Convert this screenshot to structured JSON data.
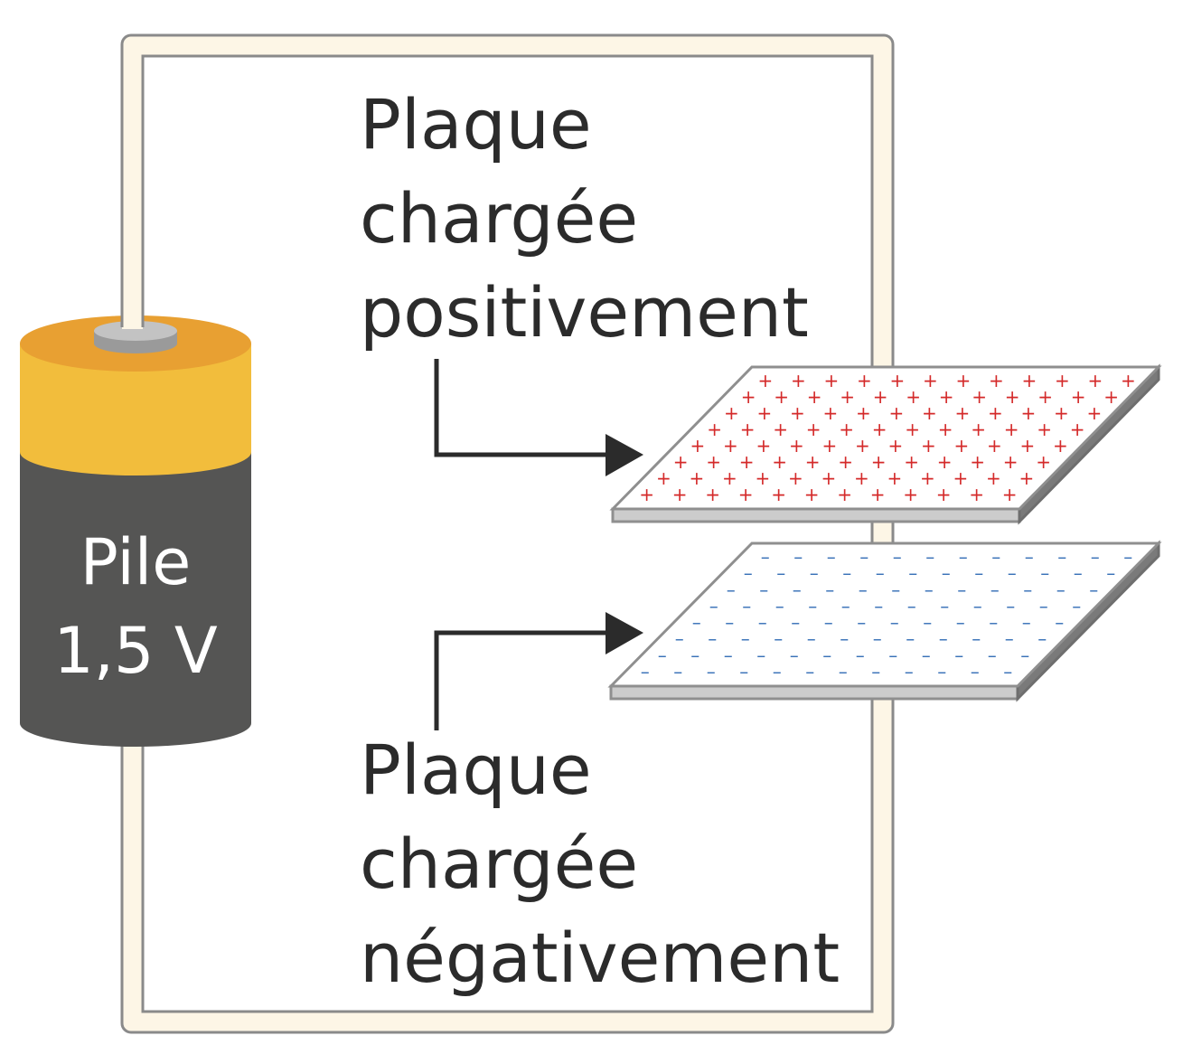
{
  "battery": {
    "name": "Pile",
    "voltage": "1,5 V"
  },
  "positive_plate": {
    "label_lines": [
      "Plaque",
      "chargée",
      "positivement"
    ],
    "charge_symbol": "+",
    "color": "#d42a2a"
  },
  "negative_plate": {
    "label_lines": [
      "Plaque",
      "chargée",
      "négativement"
    ],
    "charge_symbol": "–",
    "color": "#3a72b8"
  },
  "colors": {
    "wire_fill": "#fdf6e6",
    "wire_outline": "#8a8a8a",
    "battery_body": "#555554",
    "battery_top": "#f2bd3c",
    "battery_cap": "#e8a032",
    "terminal": "#c3c3c3",
    "arrow": "#2b2b2b",
    "plate_edge": "#8f8f8f",
    "plate_side": "#cccccc"
  }
}
